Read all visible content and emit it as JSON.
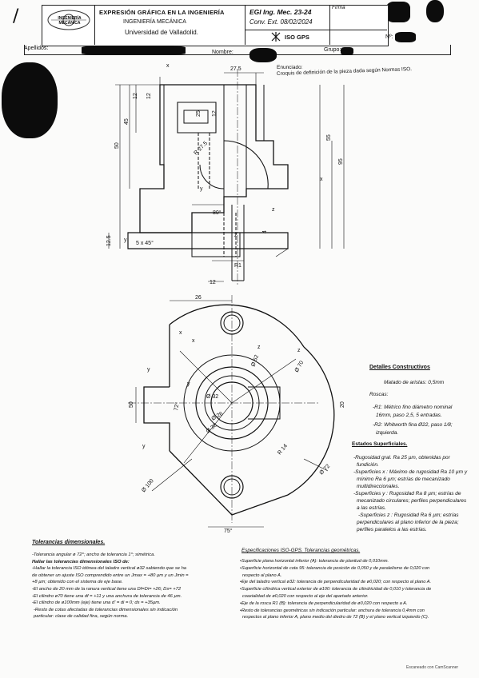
{
  "header": {
    "logo_text": "INGENIERÍA MECÁNICA",
    "title": "EXPRESIÓN GRÁFICA EN LA INGENIERÍA",
    "dept": "INGENIERÍA MECÁNICA",
    "university": "Universidad de Valladolid.",
    "course": "EGI Ing. Mec. 23-24",
    "exam": "Conv. Ext. 08/02/2024",
    "firma": "Firma",
    "iso": "ISO GPS",
    "numero": "Nº:",
    "apellidos": "Apellidos:",
    "nombre": "Nombre:",
    "grupo": "Grupo:"
  },
  "enunciado": {
    "label": "Enunciado:",
    "text": "Croquis de definición de la pieza dada según Normas ISO."
  },
  "front_view": {
    "dims": [
      "27.5",
      "12",
      "12",
      "12",
      "45",
      "25",
      "55",
      "50",
      "95",
      "R 27.5",
      "80°",
      "R1",
      "12",
      "12.5",
      "5 x 45°",
      "4",
      "x",
      "x",
      "y",
      "y",
      "z",
      "z"
    ]
  },
  "plan_view": {
    "dims": [
      "26",
      "Ø 70",
      "Ø 32",
      "Ø 52",
      "Ø 26",
      "Ø 38",
      "R 14",
      "Ø 72",
      "Ø 100",
      "75°",
      "72°",
      "50",
      "20",
      "x",
      "y",
      "y",
      "y",
      "z",
      "z",
      "x"
    ]
  },
  "detalles": {
    "title": "Detalles Constructivos",
    "lines": [
      "Matado de aristas: 0,5mm",
      "Roscas:",
      "-R1: Métrico fino diámetro nominal",
      "16mm, paso 2,5, 5 entradas.",
      "-R2: Whitworth fina Ø22, paso 1/8;",
      "izquierda."
    ]
  },
  "estados": {
    "title": "Estados Superficiales.",
    "lines": [
      "-Rugosidad gral. Ra 25 µm, obtenidas por",
      "fundición.",
      "-Superficies x : Máximo de rugosidad Ra 10 µm y",
      "mínimo Ra 6 µm; estrías de mecanizado",
      "multidireccionales.",
      "-Superficies y : Rugosidad Ra 8 µm; estrías de",
      "mecanizado circulares; perfiles perpendiculares",
      "a las estrías.",
      "-Superficies z : Rugosidad Ra 6 µm; estrías",
      "perpendiculares al plano inferior de la pieza;",
      "perfiles paralelos a las estrías."
    ]
  },
  "tolerancias": {
    "title": "Tolerancias dimensionales.",
    "lines": [
      "-Tolerancia angular ø 72°; ancho de tolerancia 1°; simétrica.",
      "Hallar las tolerancias dimensionales ISO de:",
      "-Hallar la tolerancia ISO idónea del taladro vertical ø32 sabiendo que se ha",
      "de obtener un ajuste ISO comprendido entre un Jmax = +80 µm y un Jmin =",
      "+8 µm; obtenido con el sistema de eje base.",
      "-El ancho de 20 mm de la ranura vertical tiene una Df=Di= +26; Ds= +72",
      "-El cilindro ø70 tiene una df = +11 y una anchura de tolerancia de 46 µm.",
      "-El cilindro de ø100mm (eje) tiene una d' = di = 0; ds = +35µm.",
      "-Resto de cotas afectadas de tolerancias dimensionales sin indicación",
      "particular: clase de calidad fina, según norma."
    ]
  },
  "especificaciones": {
    "title": "Especificaciones ISO-GPS. Tolerancias geométricas.",
    "lines": [
      "•Superficie plana horizontal inferior (A): tolerancia de planitud de 0,010mm.",
      "•Superficie horizontal de cota 95: tolerancia de posición de 0,050 y de paralelismo de 0,020 con",
      "respecto al plano A.",
      "•Eje del taladro vertical ø32: tolerancia de perpendicularidad de ø0,020; con respecto al plano A.",
      "•Superficie cilíndrica vertical exterior de ø100: tolerancia de cilindricidad de 0,010 y tolerancia de",
      "coaxialidad de ø0,020 con respecto al eje del apartado anterior.",
      "•Eje de la rosca R1 (B): tolerancia de perpendicularidad de ø0,020 con respecto a A.",
      "•Resto de tolerancias geométricas sin indicación particular: anchura de tolerancia 0,4mm con",
      "respectos al plano inferior A, plano medio del diedro de 72 (B) y el plano vertical izquierdo (C)."
    ]
  },
  "footer": {
    "scanner": "Escaneado con CamScanner"
  },
  "margin_mark": "/"
}
